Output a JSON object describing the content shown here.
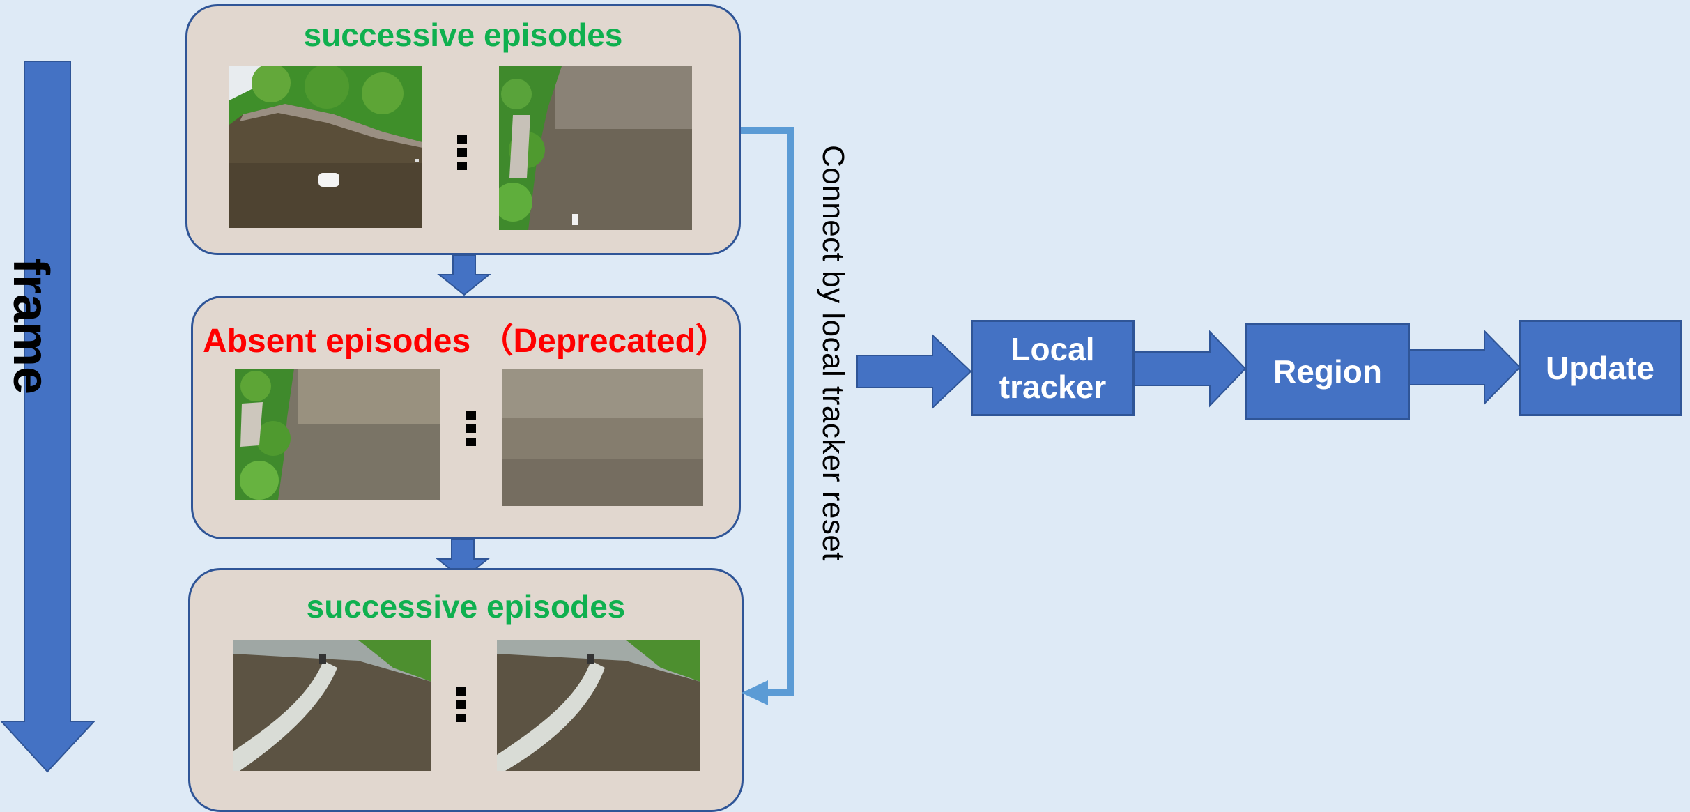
{
  "panels": [
    {
      "title": "successive episodes",
      "ellipsis": "⋮"
    },
    {
      "title": "Absent episodes （Deprecated）",
      "ellipsis": "⋮"
    },
    {
      "title": "successive episodes",
      "ellipsis": "⋮"
    }
  ],
  "axis_label": "frame",
  "connector_label": "Connect by local tracker reset",
  "pipeline": [
    {
      "label": "Local\ntracker"
    },
    {
      "label": "Region"
    },
    {
      "label": "Update"
    }
  ],
  "colors": {
    "background": "#deeaf6",
    "panel_fill": "#e1d7cf",
    "block_blue": "#4472c4",
    "connector_blue": "#5b9bd5",
    "success_green": "#0fb04f",
    "absent_red": "#ff0000"
  }
}
